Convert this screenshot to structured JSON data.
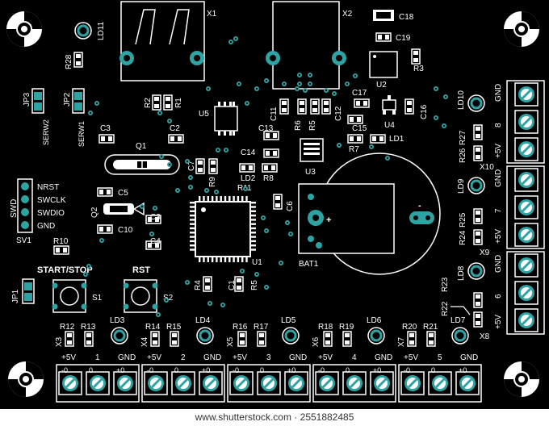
{
  "colors": {
    "board": "#000000",
    "silk": "#ffffff",
    "copper": "#2ea3a3",
    "hole": "#000000"
  },
  "refs": {
    "x1": "X1",
    "x2": "X2",
    "c18": "C18",
    "c19": "C19",
    "ld11": "LD11",
    "r28": "R28",
    "u2": "U2",
    "r3": "R3",
    "r2": "R2",
    "r1": "R1",
    "u5": "U5",
    "c11": "C11",
    "r6": "R6",
    "r5": "R5",
    "c12": "C12",
    "c17": "C17",
    "c16": "C16",
    "u4": "U4",
    "jp3": "JP3",
    "jp2": "JP2",
    "serw2": "SERW2",
    "serw1": "SERW1",
    "c3a": "C3",
    "c2": "C2",
    "q1": "Q1",
    "c13": "C13",
    "c15": "C15",
    "ld1": "LD1",
    "r7": "R7",
    "u3": "U3",
    "c14": "C14",
    "c7": "C7",
    "r9": "R9",
    "ld2": "LD2",
    "r8": "R8",
    "r11": "R11",
    "c5": "C5",
    "q2": "Q2",
    "c3b": "C3",
    "c10": "C10",
    "c6": "C6",
    "c4": "C4",
    "r10": "R10",
    "u1": "U1",
    "bat1": "BAT1",
    "start_stop": "START/STOP",
    "rst": "RST",
    "jp1": "JP1",
    "s1": "S1",
    "s2": "S2",
    "r4": "R4",
    "c1": "C1",
    "r5b": "R5",
    "r12": "R12",
    "r13": "R13",
    "ld3": "LD3",
    "r14": "R14",
    "r15": "R15",
    "ld4": "LD4",
    "r16": "R16",
    "r17": "R17",
    "ld5": "LD5",
    "r18": "R18",
    "r19": "R19",
    "ld6": "LD6",
    "r20": "R20",
    "r21": "R21",
    "ld7": "LD7",
    "x3": "X3",
    "x4": "X4",
    "x5": "X5",
    "x6": "X6",
    "x7": "X7",
    "x8": "X8",
    "x9": "X9",
    "x10": "X10",
    "ld8": "LD8",
    "r22": "R22",
    "r23": "R23",
    "ld9": "LD9",
    "r24": "R24",
    "r25": "R25",
    "ld10": "LD10",
    "r26": "R26",
    "r27": "R27"
  },
  "swd": {
    "title": "SWD",
    "pins": [
      "NRST",
      "SWCLK",
      "SWDIO",
      "GND"
    ],
    "ref": "SV1"
  },
  "bottom_connectors": [
    {
      "p5": "+5V",
      "n": "1",
      "gnd": "GND"
    },
    {
      "p5": "+5V",
      "n": "2",
      "gnd": "GND"
    },
    {
      "p5": "+5V",
      "n": "3",
      "gnd": "GND"
    },
    {
      "p5": "+5V",
      "n": "4",
      "gnd": "GND"
    },
    {
      "p5": "+5V",
      "n": "5",
      "gnd": "GND"
    }
  ],
  "right_connectors": [
    {
      "gnd": "GND",
      "n": "8",
      "p5": "+5V"
    },
    {
      "gnd": "GND",
      "n": "7",
      "p5": "+5V"
    },
    {
      "gnd": "GND",
      "n": "6",
      "p5": "+5V"
    }
  ],
  "terminal_marks": {
    "minus": "-0",
    "mid": "0",
    "plus": "+0"
  },
  "bat_plus": "+",
  "bat_minus": "-",
  "watermark": "www.shutterstock.com · 2551882485"
}
